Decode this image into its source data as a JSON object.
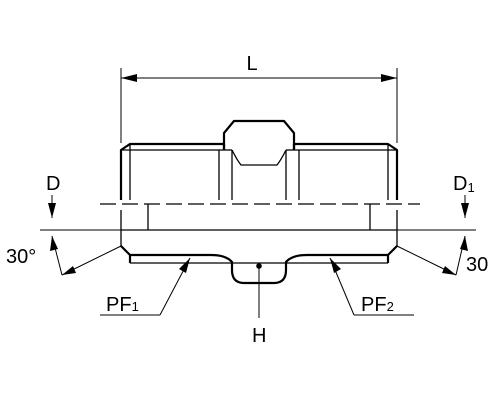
{
  "labels": {
    "length": "L",
    "diameter_left": "D",
    "diameter_right_main": "D",
    "diameter_right_sub": "1",
    "angle_left": "30°",
    "angle_right": "30",
    "thread_left_main": "PF",
    "thread_left_sub": "1",
    "thread_right_main": "PF",
    "thread_right_sub": "2",
    "hex": "H"
  }
}
